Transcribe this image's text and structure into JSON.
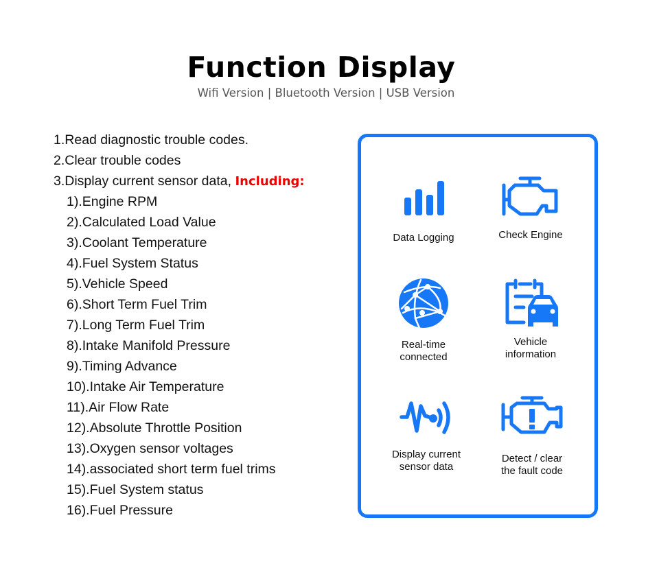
{
  "header": {
    "title": "Function Display",
    "subtitle": "Wifi Version | Bluetooth Version | USB Version"
  },
  "functions": {
    "main_items": [
      "1.Read diagnostic trouble codes.",
      "2.Clear trouble codes",
      "3.Display current sensor data, "
    ],
    "including_label": "Including:",
    "sensor_items": [
      "1).Engine RPM",
      "2).Calculated Load Value",
      "3).Coolant Temperature",
      "4).Fuel System Status",
      "5).Vehicle Speed",
      "6).Short Term Fuel Trim",
      "7).Long Term Fuel Trim",
      "8).Intake Manifold Pressure",
      "9).Timing Advance",
      "10).Intake Air Temperature",
      "11).Air Flow Rate",
      "12).Absolute Throttle Position",
      "13).Oxygen sensor voltages",
      "14).associated short term fuel trims",
      "15).Fuel System status",
      "16).Fuel Pressure"
    ]
  },
  "features": [
    {
      "icon": "bar-chart-icon",
      "line1": "Data Logging",
      "line2": ""
    },
    {
      "icon": "engine-icon",
      "line1": "Check Engine",
      "line2": ""
    },
    {
      "icon": "globe-network-icon",
      "line1": "Real-time",
      "line2": "connected"
    },
    {
      "icon": "clipboard-car-icon",
      "line1": "Vehicle",
      "line2": "information"
    },
    {
      "icon": "pulse-signal-icon",
      "line1": "Display current",
      "line2": "sensor data"
    },
    {
      "icon": "engine-warning-icon",
      "line1": "Detect / clear",
      "line2": "the fault code"
    }
  ],
  "colors": {
    "accent_blue": "#1677f7",
    "highlight_red": "#ee0000",
    "subtitle_gray": "#555555"
  }
}
